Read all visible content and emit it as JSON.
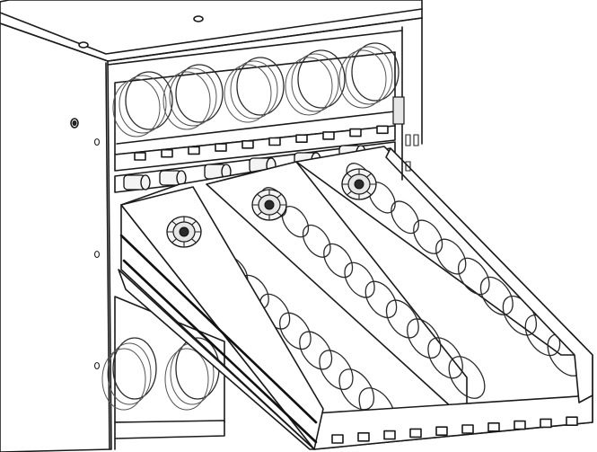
{
  "figure": {
    "illustration": "vending-machine-tray-coils",
    "colors": {
      "line": "#1a1a1a",
      "background": "#ffffff",
      "shade": "#e6e6e6"
    }
  },
  "upper_tray": {
    "coil_count": 5
  },
  "pulled_tray": {
    "lane_count": 3,
    "coils_per_lane": 10
  },
  "lower_tray": {
    "coil_count": 2
  }
}
